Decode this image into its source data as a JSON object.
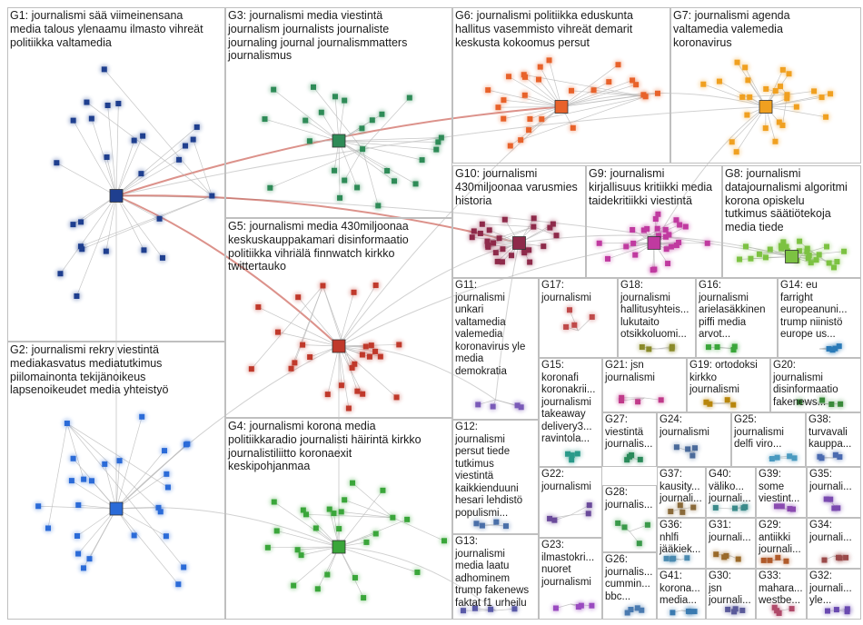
{
  "groups": [
    {
      "id": "G1",
      "label": "G1: journalismi sää viimeinensana\nmedia talous ylenaamu ilmasto vihreät\npolitiikka valtamedia",
      "color": "#1f3f8f"
    },
    {
      "id": "G2",
      "label": "G2: journalismi rekry viestintä\nmediakasvatus mediatutkimus\npiilomainonta tekijänoikeus\nlapsenoikeudet media yhteistyö",
      "color": "#2b6bd8"
    },
    {
      "id": "G3",
      "label": "G3: journalismi media viestintä\njournalism journalists journaliste\njournaling journal journalismmatters\njournalismus",
      "color": "#2e8b57"
    },
    {
      "id": "G4",
      "label": "G4: journalismi korona media\npolitiikkaradio journalisti häirintä kirkko\njournalistiliitto koronaexit\nkeskipohjanmaa",
      "color": "#3aa63a"
    },
    {
      "id": "G5",
      "label": "G5: journalismi media 430miljoonaa\nkeskuskauppakamari disinformaatio\npolitiikka vihriälä finnwatch kirkko\ntwittertauko",
      "color": "#c0392b"
    },
    {
      "id": "G6",
      "label": "G6: journalismi politiikka eduskunta\nhallitus vasemmisto vihreät demarit\nkeskusta kokoomus persut",
      "color": "#e8622a"
    },
    {
      "id": "G7",
      "label": "G7: journalismi agenda\nvaltamedia valemedia\nkoronavirus",
      "color": "#f0a020"
    },
    {
      "id": "G8",
      "label": "G8: journalismi\ndatajournalismi algoritmi\nkorona opiskelu\ntutkimus säätiötekoja\nmedia tiede",
      "color": "#7cc242"
    },
    {
      "id": "G9",
      "label": "G9: journalismi\nkirjallisuus kritiikki media\ntaidekritiikki viestintä",
      "color": "#c03aa0"
    },
    {
      "id": "G10",
      "label": "G10: journalismi\n430miljoonaa varusmies\nhistoria",
      "color": "#8e2a4a"
    },
    {
      "id": "G11",
      "label": "G11:\njournalismi\nunkari\nvaltamedia\nvalemedia\nkoronavirus yle\nmedia\ndemokratia",
      "color": "#7a5ab8"
    },
    {
      "id": "G12",
      "label": "G12:\njournalismi\npersut tiede\ntutkimus\nviestintä\nkaikkienduuni\nhesari lehdistö\npopulismi...",
      "color": "#4a6fa8"
    },
    {
      "id": "G13",
      "label": "G13:\njournalismi\nmedia laatu\nadhominem\ntrump fakenews\nfaktat f1 urheilu",
      "color": "#5a5aa8"
    },
    {
      "id": "G14",
      "label": "G14: eu\nfarright\neuropeanuni...\ntrump niinistö\neurope us...",
      "color": "#2a7ab8"
    },
    {
      "id": "G15",
      "label": "G15:\nkoronafi\nkoronakrii...\njournalismi\ntakeaway\ndelivery3...\nravintola...",
      "color": "#2a9a8a"
    },
    {
      "id": "G16",
      "label": "G16:\njournalismi\narielasäkkinen\npiffi media\narvot...",
      "color": "#3aa63a"
    },
    {
      "id": "G17",
      "label": "G17:\njournalismi",
      "color": "#c04a4a"
    },
    {
      "id": "G18",
      "label": "G18:\njournalismi\nhallitusyhteis...\nlukutaito\notsikkoluomi...",
      "color": "#8a8a2a"
    },
    {
      "id": "G19",
      "label": "G19: ortodoksi\nkirkko\njournalismi",
      "color": "#b8860b"
    },
    {
      "id": "G20",
      "label": "G20:\njournalismi\ndisinformaatio\nfakenews...",
      "color": "#3a8a3a"
    },
    {
      "id": "G21",
      "label": "G21: jsn\njournalismi",
      "color": "#c03a8a"
    },
    {
      "id": "G22",
      "label": "G22:\njournalismi",
      "color": "#6a4a9a"
    },
    {
      "id": "G23",
      "label": "G23:\nilmastokri...\nnuoret\njournalismi",
      "color": "#9a4ac0"
    },
    {
      "id": "G24",
      "label": "G24:\njournalismi",
      "color": "#4a6a9a"
    },
    {
      "id": "G25",
      "label": "G25:\njournalismi\ndelfi viro...",
      "color": "#4a9ac0"
    },
    {
      "id": "G26",
      "label": "G26:\njournalis...\ncummin...\nbbc...",
      "color": "#4a7ab0"
    },
    {
      "id": "G27",
      "label": "G27:\nviestintä\njournalis...",
      "color": "#2a8a5a"
    },
    {
      "id": "G28",
      "label": "G28:\njournalis...",
      "color": "#3a9a4a"
    },
    {
      "id": "G29",
      "label": "G29:\nantiikki\njournali...",
      "color": "#b05a2a"
    },
    {
      "id": "G30",
      "label": "G30:\njsn\njournali...",
      "color": "#5a5a9a"
    },
    {
      "id": "G31",
      "label": "G31:\njournali...",
      "color": "#9a6a2a"
    },
    {
      "id": "G32",
      "label": "G32:\njournali...\nyle...",
      "color": "#6a4ab0"
    },
    {
      "id": "G33",
      "label": "G33:\nmahara...\nwestbe...",
      "color": "#b04a6a"
    },
    {
      "id": "G34",
      "label": "G34:\njournali...",
      "color": "#9a4a4a"
    },
    {
      "id": "G35",
      "label": "G35:\njournali...",
      "color": "#7a4ab0"
    },
    {
      "id": "G36",
      "label": "G36:\nnhlfi\njääkiek...",
      "color": "#4a8ab0"
    },
    {
      "id": "G37",
      "label": "G37:\nkausity...\njournali...",
      "color": "#8a6a3a"
    },
    {
      "id": "G38",
      "label": "G38:\nturvavali\nkauppa...",
      "color": "#4a6ab0"
    },
    {
      "id": "G39",
      "label": "G39:\nsome\nviestint...",
      "color": "#8a4ab0"
    },
    {
      "id": "G40",
      "label": "G40:\nväliko...\njournali...",
      "color": "#3a8a8a"
    },
    {
      "id": "G41",
      "label": "G41:\nkorona...\nmedia...",
      "color": "#3a7ab0"
    }
  ]
}
